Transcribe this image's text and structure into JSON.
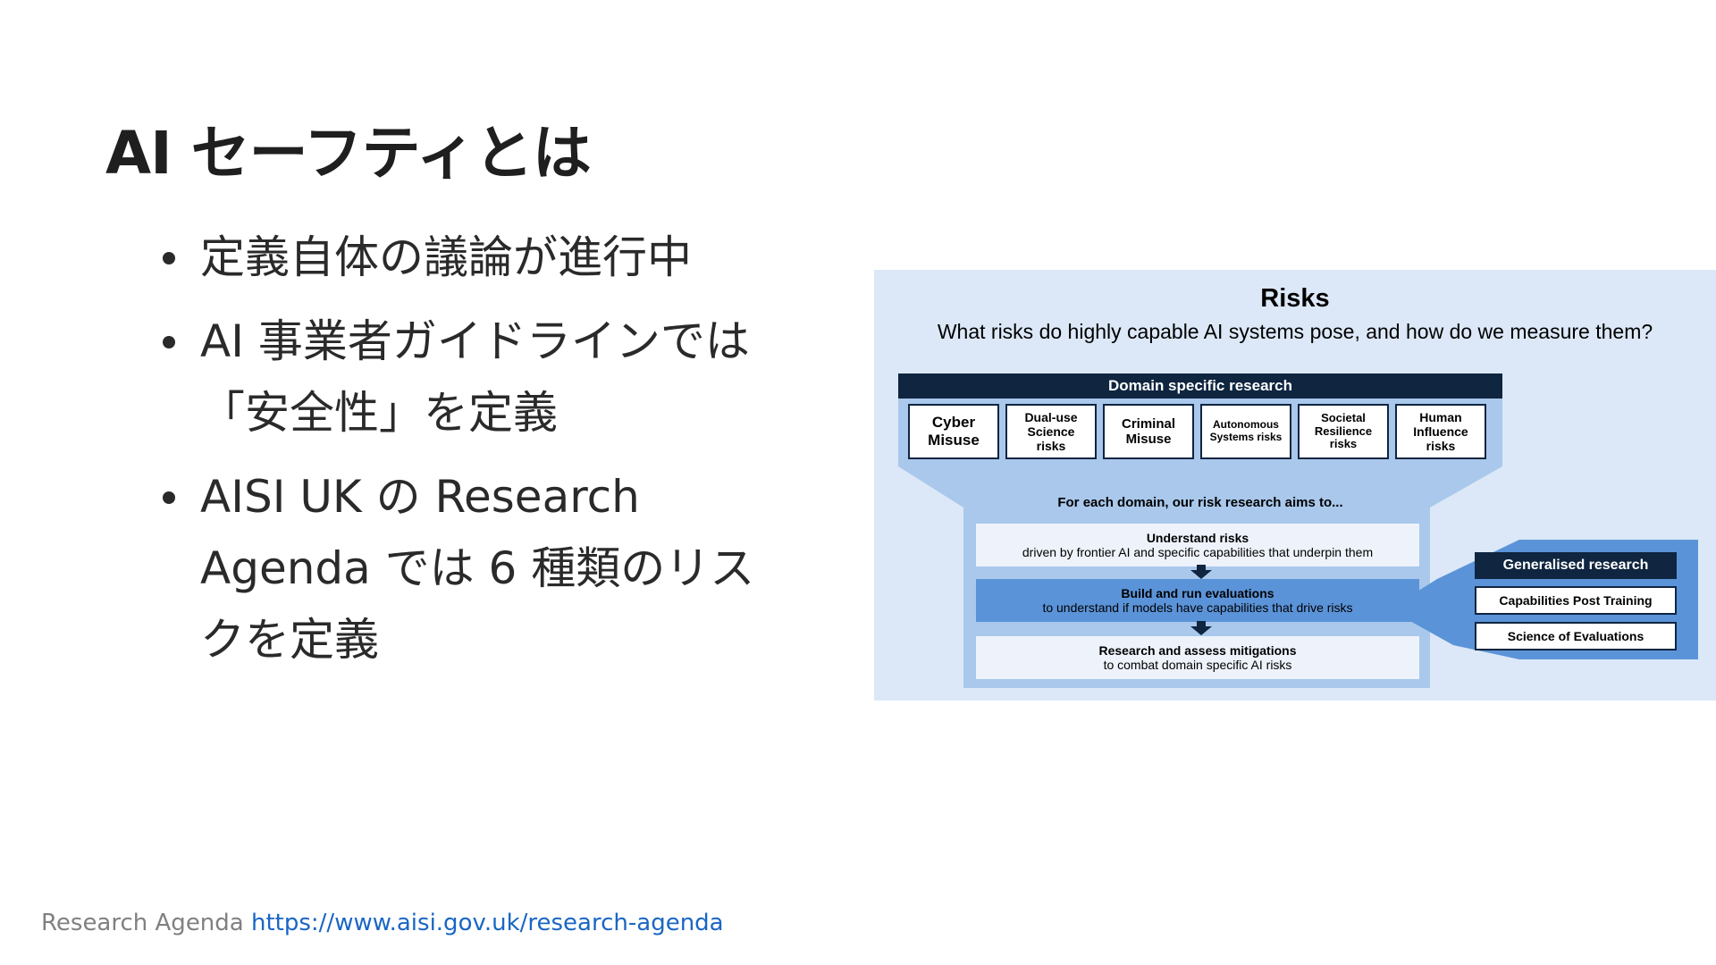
{
  "slide": {
    "title": "AI セーフティとは",
    "bullets": [
      "定義自体の議論が進行中",
      "AI 事業者ガイドラインでは「安全性」を定義",
      "AISI UK の Research Agenda では 6 種類のリスクを定義"
    ]
  },
  "figure": {
    "title": "Risks",
    "subtitle": "What risks do highly capable AI systems pose, and how do we measure them?",
    "domain_header": "Domain specific research",
    "domains": [
      "Cyber\nMisuse",
      "Dual-use\nScience\nrisks",
      "Criminal\nMisuse",
      "Autonomous\nSystems risks",
      "Societal\nResilience\nrisks",
      "Human\nInfluence\nrisks"
    ],
    "aims_label": "For each domain, our risk research aims to...",
    "steps": [
      {
        "title": "Understand risks",
        "desc": "driven by frontier AI and specific capabilities that underpin them"
      },
      {
        "title": "Build and run evaluations",
        "desc": "to understand if models have capabilities that drive risks"
      },
      {
        "title": "Research and assess mitigations",
        "desc": "to combat domain specific AI risks"
      }
    ],
    "generalised": {
      "header": "Generalised research",
      "items": [
        "Capabilities Post Training",
        "Science of Evaluations"
      ]
    },
    "colors": {
      "background": "#dce8f7",
      "navy": "#0f2540",
      "light_band": "#a9c8ec",
      "accent_band": "#5b93d8"
    }
  },
  "footer": {
    "label": "Research Agenda",
    "link": "https://www.aisi.gov.uk/research-agenda"
  }
}
